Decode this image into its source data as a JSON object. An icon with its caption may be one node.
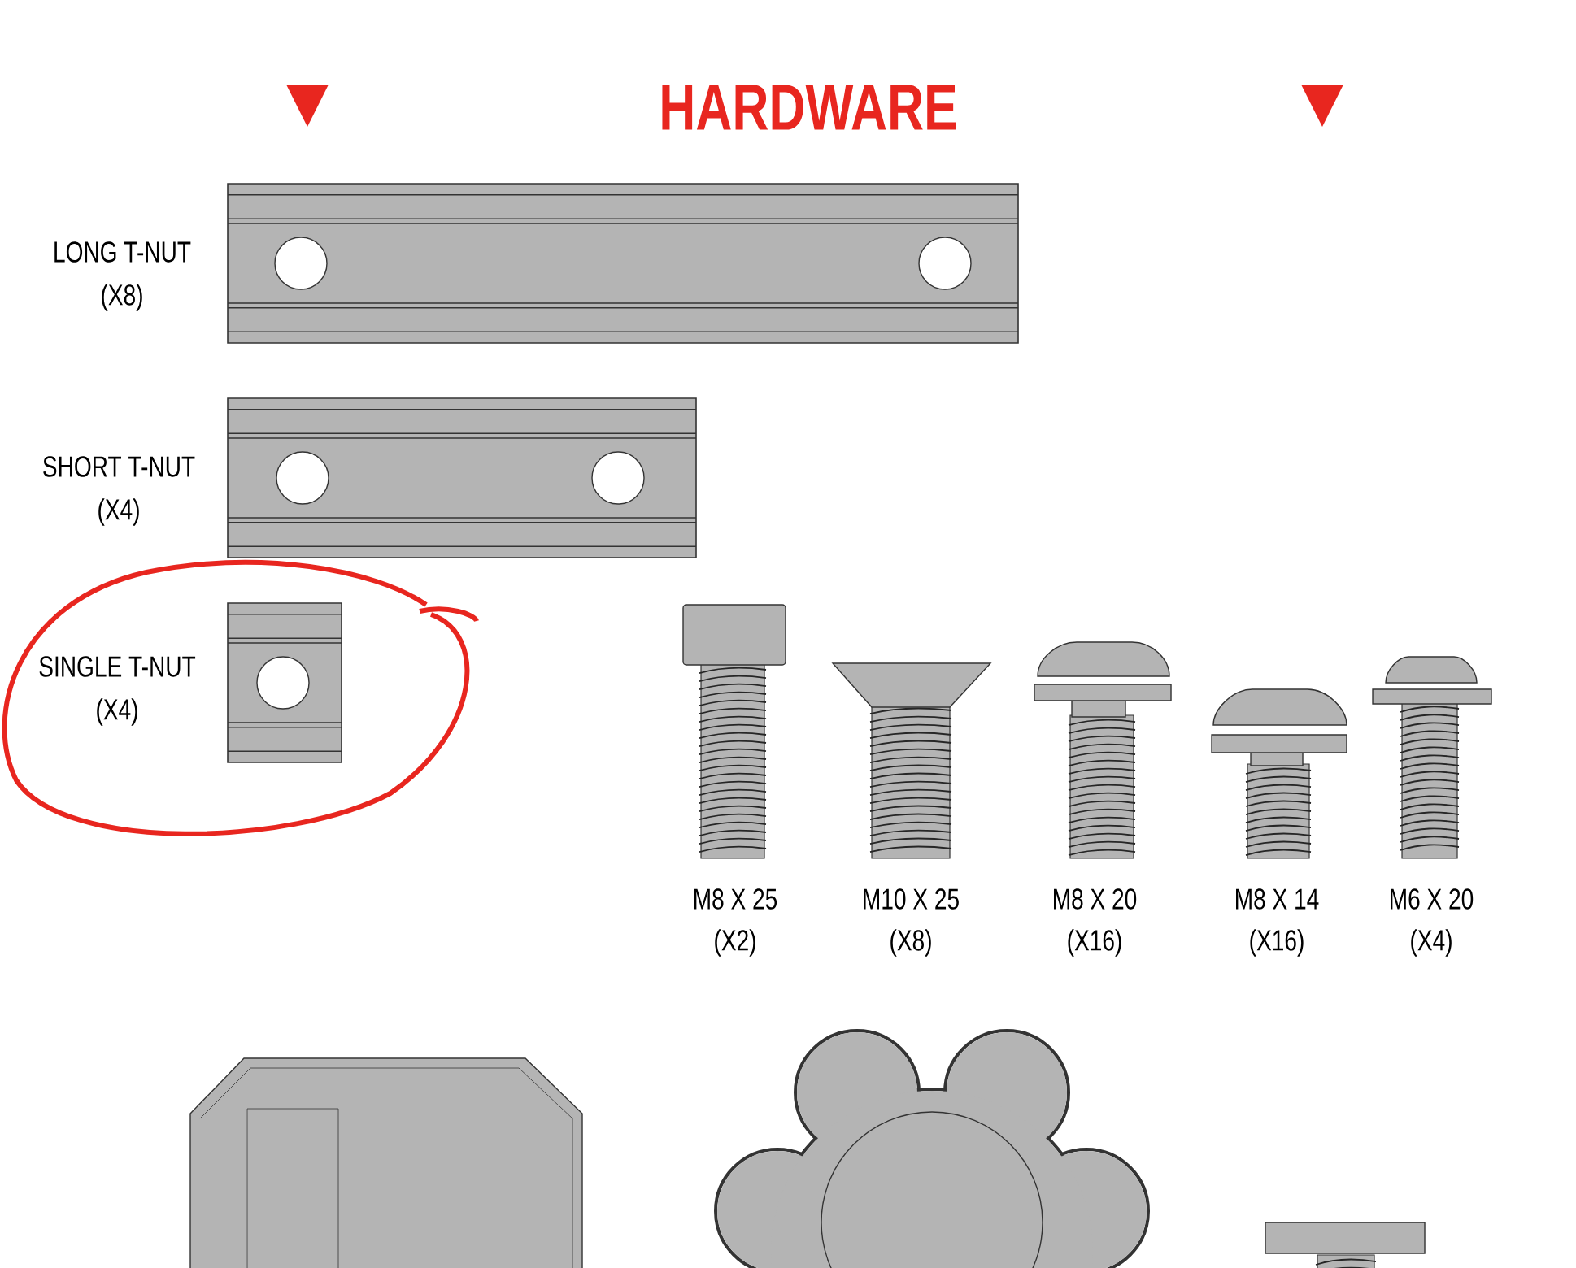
{
  "diagram": {
    "title": "HARDWARE",
    "labels": [
      "LONG T-NUT",
      "(X8)",
      "SHORT T-NUT",
      "(X4)",
      "SINGLE T-NUT",
      "(X4)",
      "M8 X 25",
      "M10 X 25",
      "M8 X 20",
      "M8 X 14",
      "M6 X 20",
      "(X2)",
      "(X8)",
      "(X16)",
      "(X16)",
      "(X4)"
    ]
  }
}
